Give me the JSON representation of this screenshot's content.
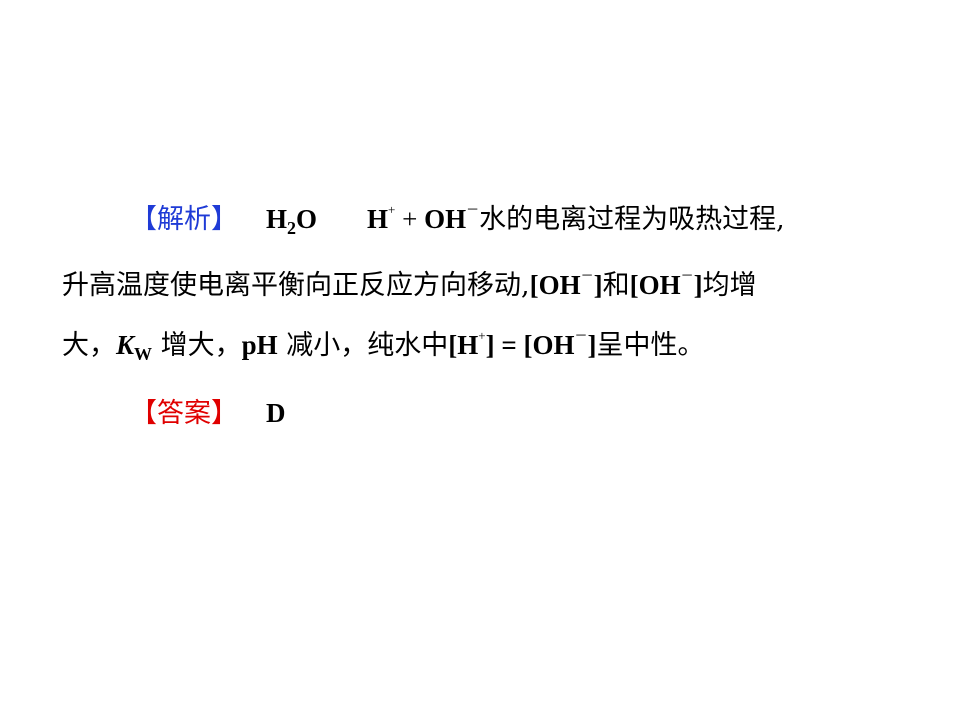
{
  "colors": {
    "label_blue": "#1f3bd6",
    "label_red": "#e00000",
    "text": "#000000"
  },
  "analysis": {
    "label": "【解析】",
    "l1": {
      "h2o_h": "H",
      "h2o_sub": "2",
      "h2o_o": "O",
      "h": "H",
      "h_sup": "+",
      "plus": " + ",
      "oh": "OH",
      "oh_sup": "－",
      "text": "水的电离过程为吸热过程,"
    },
    "l2": {
      "text1": "升高温度使电离平衡向正反应方向移动,",
      "oh1": "[OH",
      "oh1_sup": "－",
      "oh1_end": "]",
      "and": "和",
      "oh2": "[OH",
      "oh2_sup": "－",
      "oh2_end": "]",
      "text2": "均增"
    },
    "l3": {
      "text1": "大，",
      "k": "K",
      "k_sub": "W",
      "text2": "增大，",
      "ph": "pH",
      "text3": "减小，纯水中",
      "h": "[H",
      "h_sup": "+",
      "h_end": "] = [OH",
      "oh_sup": "－",
      "oh_end": "]",
      "text4": "呈中性。"
    }
  },
  "answer": {
    "label": "【答案】",
    "value": "D"
  }
}
